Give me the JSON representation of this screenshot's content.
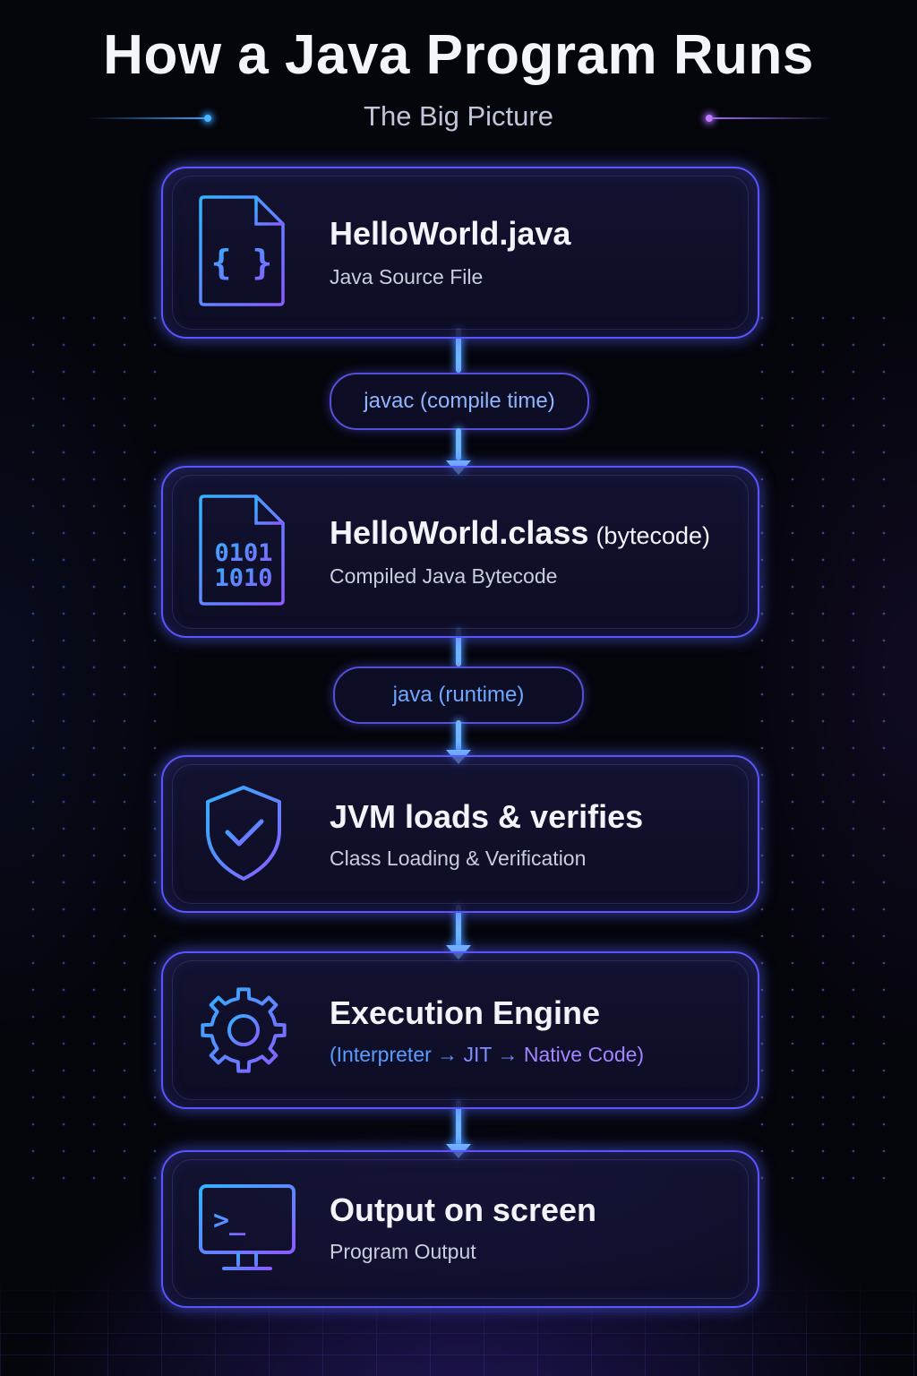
{
  "header": {
    "title": "How a Java Program Runs",
    "subtitle": "The Big Picture"
  },
  "steps": [
    {
      "title": "HelloWorld.java",
      "subtitle": "Java Source File",
      "icon": "code-file-icon"
    },
    {
      "title": "HelloWorld.class",
      "title_suffix": "(bytecode)",
      "subtitle": "Compiled Java Bytecode",
      "icon": "binary-file-icon",
      "icon_text": [
        "0101",
        "1010"
      ]
    },
    {
      "title": "JVM loads & verifies",
      "subtitle": "Class Loading & Verification",
      "icon": "shield-check-icon"
    },
    {
      "title": "Execution Engine",
      "subtitle_parts": [
        "(Interpreter",
        "→",
        "JIT",
        "→",
        "Native Code)"
      ],
      "icon": "gear-icon"
    },
    {
      "title": "Output on screen",
      "subtitle": "Program Output",
      "icon": "terminal-icon",
      "icon_text": ">_"
    }
  ],
  "connectors": [
    {
      "label": "javac (compile time)"
    },
    {
      "label": "java (runtime)"
    }
  ],
  "colors": {
    "background": "#05050c",
    "card_border": "#5b55ff",
    "accent_blue": "#3aa0ff",
    "accent_purple": "#a66cff"
  }
}
